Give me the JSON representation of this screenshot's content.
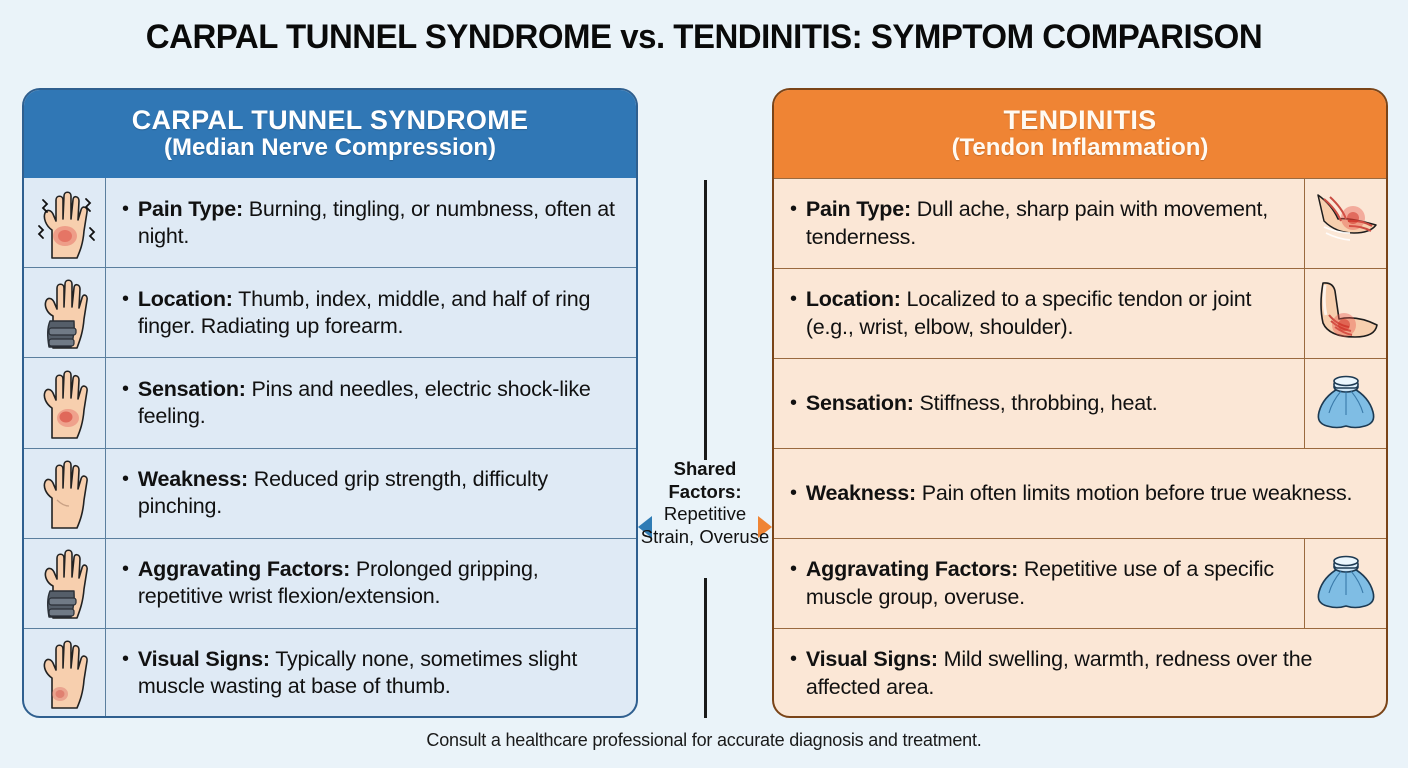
{
  "title": "CARPAL TUNNEL SYNDROME vs. TENDINITIS: SYMPTOM COMPARISON",
  "footer": "Consult a healthcare professional for accurate diagnosis and treatment.",
  "colors": {
    "background": "#eaf3f9",
    "left_header_bg": "#3077b5",
    "left_row_bg": "#dfeaf5",
    "left_border": "#2f5f8f",
    "right_header_bg": "#ef8434",
    "right_row_bg": "#fbe7d6",
    "right_border": "#7a4418",
    "left_arrow": "#2f7cb5",
    "right_arrow": "#ef8434",
    "text": "#111111"
  },
  "left_panel": {
    "header_line1": "CARPAL TUNNEL SYNDROME",
    "header_line2": "(Median Nerve Compression)",
    "rows": [
      {
        "icon": "hand-pain-icon",
        "label": "Pain Type:",
        "text": " Burning, tingling, or numbness, often at night."
      },
      {
        "icon": "hand-wrist-brace-icon",
        "label": "Location:",
        "text": " Thumb, index, middle, and half of ring finger. Radiating up forearm."
      },
      {
        "icon": "hand-tingling-icon",
        "label": "Sensation:",
        "text": " Pins and needles, electric shock-like feeling."
      },
      {
        "icon": "hand-plain-icon",
        "label": "Weakness:",
        "text": " Reduced grip strength, difficulty pinching."
      },
      {
        "icon": "hand-wrist-brace-icon",
        "label": "Aggravating Factors:",
        "text": " Prolonged gripping, repetitive wrist flexion/extension."
      },
      {
        "icon": "hand-thumb-base-icon",
        "label": "Visual Signs:",
        "text": " Typically none, sometimes slight muscle wasting at base of thumb."
      }
    ]
  },
  "right_panel": {
    "header_line1": "TENDINITIS",
    "header_line2": "(Tendon Inflammation)",
    "rows": [
      {
        "icon": "tendon-inflammation-icon",
        "label": "Pain Type:",
        "text": " Dull ache, sharp pain with movement, tenderness."
      },
      {
        "icon": "elbow-pain-icon",
        "label": "Location:",
        "text": " Localized to a specific tendon or joint (e.g., wrist, elbow, shoulder)."
      },
      {
        "icon": "ice-pack-icon",
        "label": "Sensation:",
        "text": " Stiffness, throbbing, heat."
      },
      {
        "icon": null,
        "label": "Weakness:",
        "text": " Pain often limits motion before true weakness."
      },
      {
        "icon": "ice-pack-icon",
        "label": "Aggravating Factors:",
        "text": " Repetitive use of a specific muscle group, overuse."
      },
      {
        "icon": null,
        "label": "Visual Signs:",
        "text": " Mild swelling, warmth, redness over the affected area."
      }
    ]
  },
  "center": {
    "shared_label": "Shared Factors:",
    "shared_value": "Repetitive Strain, Overuse",
    "left_arrow_icon": "arrow-left-icon",
    "right_arrow_icon": "arrow-right-icon"
  }
}
